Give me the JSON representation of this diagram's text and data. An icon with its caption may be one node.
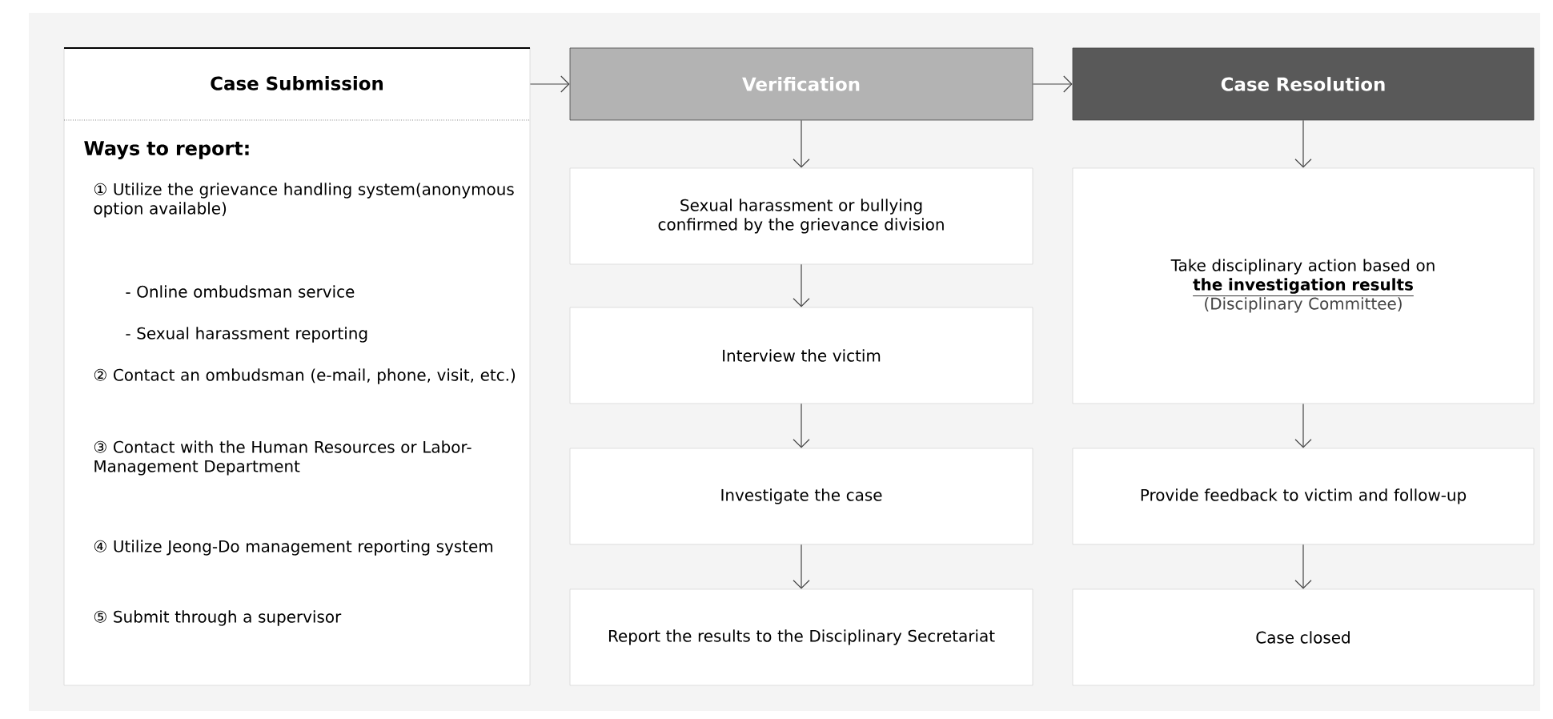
{
  "diagram": {
    "nodes": [
      {
        "text": [
          "Case Submission",
          "Ways to report:",
          "① Utilize the grievance handling system(anonymous option available)",
          "- Online ombudsman service",
          "- Sexual harassment reporting",
          "② Contact an ombudsman (e-mail, phone, visit, etc.)",
          "③ Contact with the Human Resources or Labor-Management Department",
          "④ Utilize Jeong-Do management reporting system",
          "⑤ Submit through a supervisor"
        ]
      },
      {
        "text": [
          "Verification"
        ]
      },
      {
        "text": [
          "Case Resolution"
        ]
      },
      {
        "text": [
          "Sexual harassment or bullying confirmed by the grievance division"
        ]
      },
      {
        "text": [
          "Interview the victim"
        ]
      },
      {
        "text": [
          "Investigate the case"
        ]
      },
      {
        "text": [
          "Report the results to the Disciplinary Secretariat"
        ]
      },
      {
        "text": [
          "Take disciplinary action based on",
          "the investigation results",
          "(Disciplinary Committee)"
        ]
      },
      {
        "text": [
          "Provide feedback to victim and follow-up"
        ]
      },
      {
        "text": [
          "Case closed"
        ]
      }
    ],
    "edges": [
      {
        "from": 0,
        "to": 1,
        "arrow": "to"
      },
      {
        "from": 1,
        "to": 2,
        "arrow": "to"
      },
      {
        "from": 1,
        "to": 3,
        "arrow": "to"
      },
      {
        "from": 3,
        "to": 4,
        "arrow": "to"
      },
      {
        "from": 4,
        "to": 5,
        "arrow": "to"
      },
      {
        "from": 5,
        "to": 6,
        "arrow": "to"
      },
      {
        "from": 2,
        "to": 7,
        "arrow": "to"
      },
      {
        "from": 7,
        "to": 8,
        "arrow": "to"
      },
      {
        "from": 8,
        "to": 9,
        "arrow": "to"
      }
    ]
  }
}
